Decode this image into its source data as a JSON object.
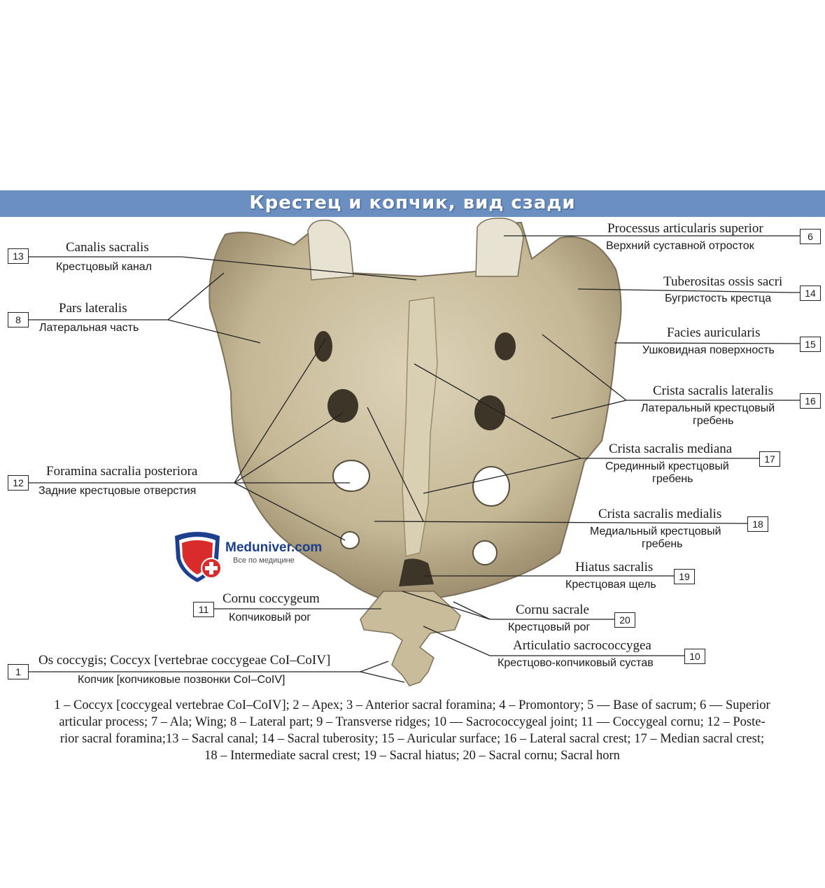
{
  "title": "Крестец и копчик, вид сзади",
  "labels": [
    {
      "num": "13",
      "latin": "Canalis sacralis",
      "russian": "Крестцовый канал"
    },
    {
      "num": "8",
      "latin": "Pars lateralis",
      "russian": "Латеральная часть"
    },
    {
      "num": "12",
      "latin": "Foramina sacralia posteriora",
      "russian": "Задние крестцовые отверстия"
    },
    {
      "num": "11",
      "latin": "Cornu coccygeum",
      "russian": "Копчиковый рог"
    },
    {
      "num": "1",
      "latin": "Os coccygis; Coccyx [vertebrae coccygeae CoI–CoIV]",
      "russian": "Копчик [копчиковые позвонки CoI–CoIV]"
    },
    {
      "num": "6",
      "latin": "Processus articularis superior",
      "russian": "Верхний суставной отросток"
    },
    {
      "num": "14",
      "latin": "Tuberositas ossis sacri",
      "russian": "Бугристость крестца"
    },
    {
      "num": "15",
      "latin": "Facies auricularis",
      "russian": "Ушковидная поверхность"
    },
    {
      "num": "16",
      "latin": "Crista sacralis lateralis",
      "russian": "Латеральный крестцовый",
      "russian2": "гребень"
    },
    {
      "num": "17",
      "latin": "Crista sacralis mediana",
      "russian": "Срединный крестцовый",
      "russian2": "гребень"
    },
    {
      "num": "18",
      "latin": "Crista sacralis medialis",
      "russian": "Медиальный крестцовый",
      "russian2": "гребень"
    },
    {
      "num": "19",
      "latin": "Hiatus sacralis",
      "russian": "Крестцовая щель"
    },
    {
      "num": "20",
      "latin": "Cornu sacrale",
      "russian": "Крестцовый рог"
    },
    {
      "num": "10",
      "latin": "Articulatio sacrococcygea",
      "russian": "Крестцово-копчиковый сустав"
    }
  ],
  "legend_lines": [
    "1 – Coccyx [coccygeal vertebrae CoI–CoIV]; 2 – Apex; 3 –  Anterior sacral foramina; 4 – Promontory;  5 — Base of sacrum;  6 — Superior",
    "articular process; 7 – Ala; Wing; 8 – Lateral part; 9 – Transverse ridges; 10 — Sacrococcygeal joint; 11 — Coccygeal cornu; 12 – Poste-",
    "rior sacral foramina;13 – Sacral canal; 14 – Sacral tuberosity; 15 – Auricular surface; 16 – Lateral sacral crest; 17 – Median sacral crest;",
    "18 – Intermediate sacral crest; 19 – Sacral hiatus; 20 – Sacral cornu; Sacral horn"
  ],
  "watermark": {
    "name": "Meduniver.com",
    "tagline": "Все по медицине"
  },
  "colors": {
    "banner": "#6b8fc1",
    "bone": "#cbbfa2",
    "bone_shadow": "#8a7d63",
    "logo_blue": "#1d3f8e",
    "logo_red": "#d92b2b"
  }
}
